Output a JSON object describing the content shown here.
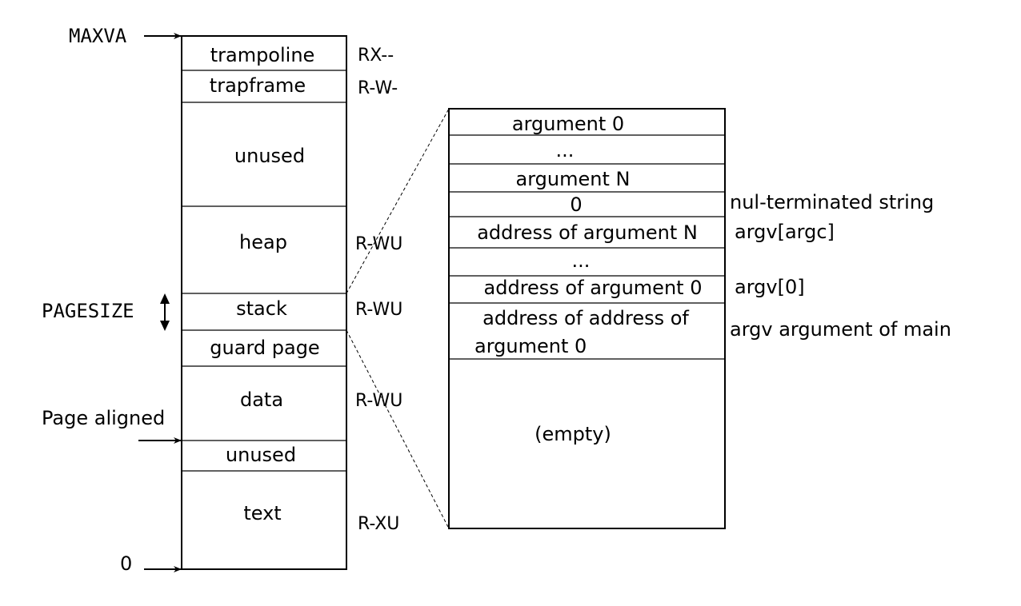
{
  "address_space": {
    "markers": {
      "maxva": "MAXVA",
      "pagesize": "PAGESIZE",
      "page_aligned": "Page aligned",
      "zero": "0"
    },
    "segments": {
      "trampoline": "trampoline",
      "trapframe": "trapframe",
      "unused_top": "unused",
      "heap": "heap",
      "stack": "stack",
      "guard_page": "guard page",
      "data": "data",
      "unused_bottom": "unused",
      "text": "text"
    },
    "permissions": {
      "trampoline": "RX--",
      "trapframe": "R-W-",
      "heap": "R-WU",
      "stack": "R-WU",
      "data": "R-WU",
      "text": "R-XU"
    }
  },
  "stack_detail": {
    "rows": {
      "argument_0": "argument 0",
      "ellipsis_1": "...",
      "argument_n": "argument N",
      "zero": "0",
      "address_of_argument_n": "address of argument N",
      "ellipsis_2": "...",
      "address_of_argument_0": "address of argument 0",
      "address_of_address_line1": "address of address of",
      "address_of_address_line2": "argument 0",
      "empty": "(empty)"
    },
    "notes": {
      "nul_terminated": "nul-terminated string",
      "argv_argc": "argv[argc]",
      "argv_0": "argv[0]",
      "argv_argument_of_main": "argv argument of main"
    }
  }
}
